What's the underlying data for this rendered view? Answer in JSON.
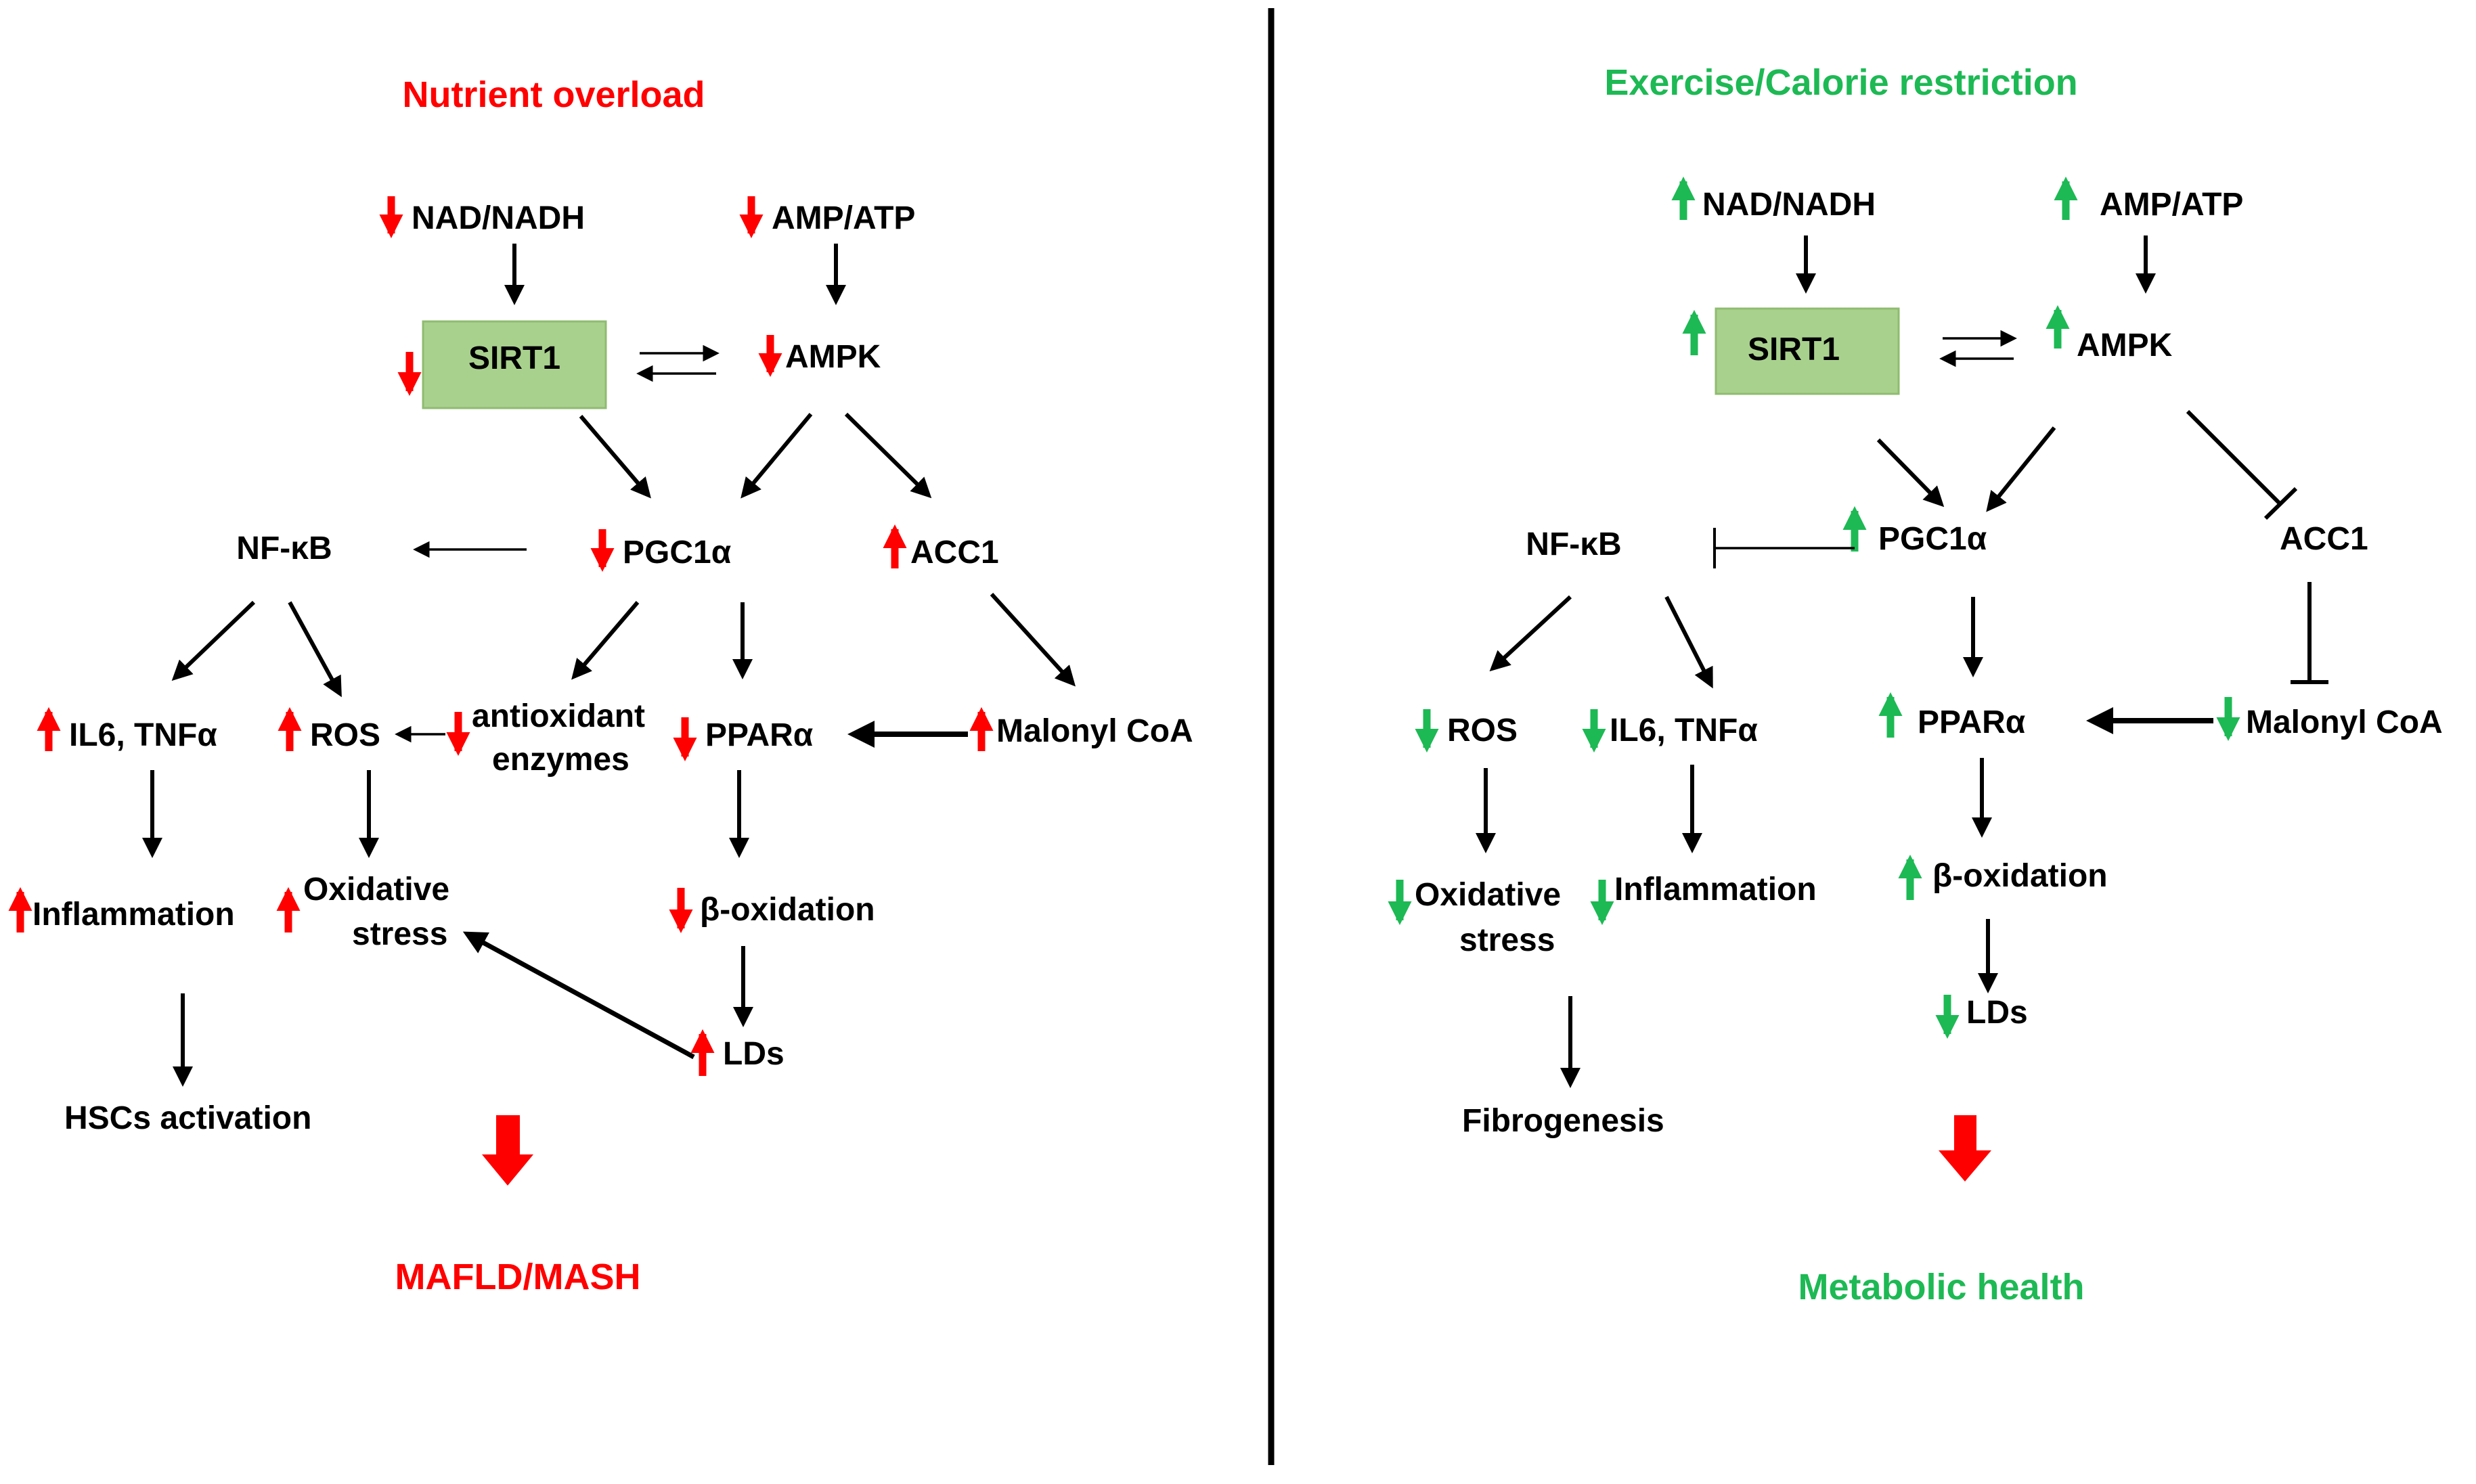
{
  "colors": {
    "red": "#ff0000",
    "green": "#1db954",
    "box_fill": "#a9d18e",
    "box_stroke": "#8fbc70",
    "black": "#000000"
  },
  "left": {
    "title": "Nutrient overload",
    "nad": "NAD/NADH",
    "amp": "AMP/ATP",
    "sirt1": "SIRT1",
    "ampk": "AMPK",
    "nfkb": "NF-κB",
    "pgc1a": "PGC1α",
    "acc1": "ACC1",
    "il6": "IL6, TNFα",
    "ros": "ROS",
    "antiox_1": "antioxidant",
    "antiox_2": "enzymes",
    "ppara": "PPARα",
    "malonyl": "Malonyl CoA",
    "inflammation": "Inflammation",
    "oxstress_1": "Oxidative",
    "oxstress_2": "stress",
    "boxidation": "β-oxidation",
    "lds": "LDs",
    "hsc": "HSCs activation",
    "outcome": "MAFLD/MASH"
  },
  "right": {
    "title": "Exercise/Calorie  restriction",
    "nad": "NAD/NADH",
    "amp": "AMP/ATP",
    "sirt1": "SIRT1",
    "ampk": "AMPK",
    "nfkb": "NF-κB",
    "pgc1a": "PGC1α",
    "acc1": "ACC1",
    "ros": "ROS",
    "il6": "IL6, TNFα",
    "ppara": "PPARα",
    "malonyl": "Malonyl CoA",
    "oxstress_1": "Oxidative",
    "oxstress_2": "stress",
    "inflammation": "Inflammation",
    "boxidation": "β-oxidation",
    "lds": "LDs",
    "fibro": "Fibrogenesis",
    "outcome": "Metabolic health"
  }
}
